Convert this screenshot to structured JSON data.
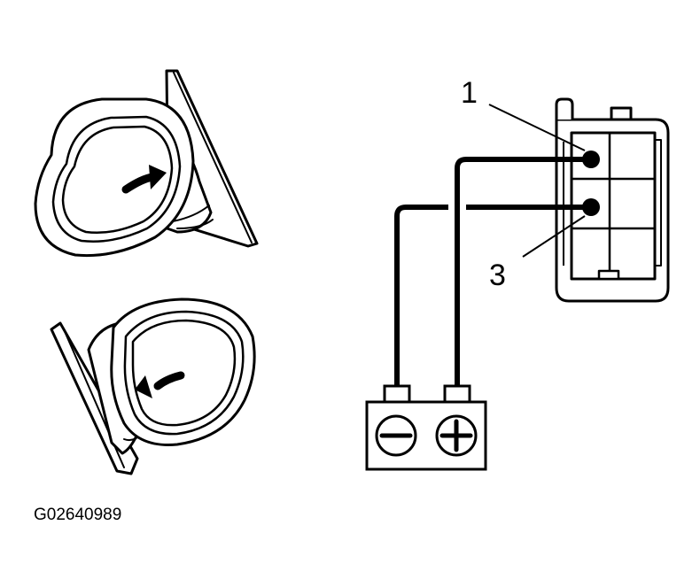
{
  "labels": {
    "terminal_top": "1",
    "terminal_bottom": "3",
    "figure_code": "G02640989"
  },
  "icons": {
    "mirror_top": "mirror-tilt-right-icon",
    "mirror_bottom": "mirror-tilt-left-icon",
    "battery_negative": "minus-icon",
    "battery_positive": "plus-icon"
  },
  "colors": {
    "line": "#000000",
    "background": "#ffffff"
  }
}
